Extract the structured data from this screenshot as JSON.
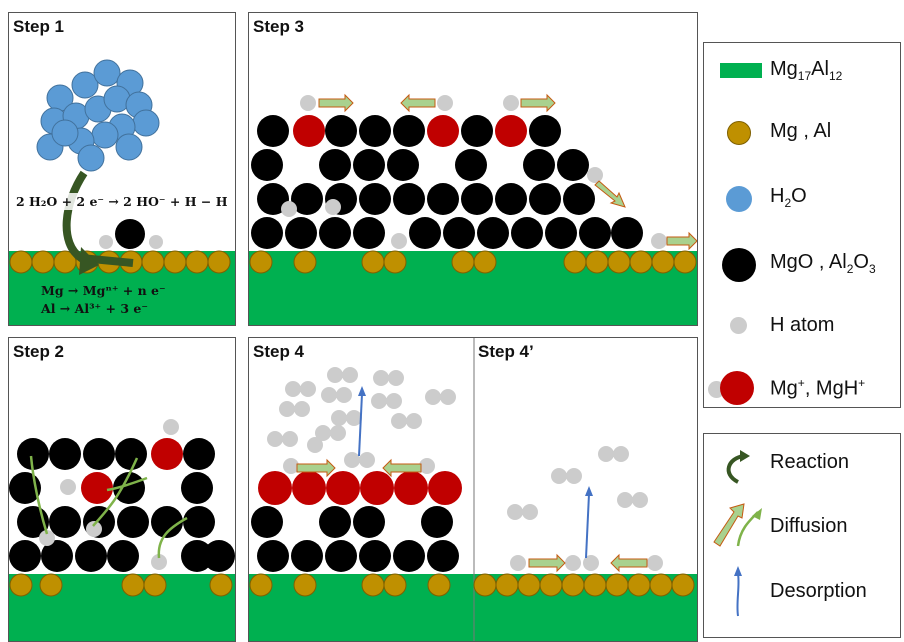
{
  "panels": {
    "step1": {
      "title": "Step 1"
    },
    "step2": {
      "title": "Step 2"
    },
    "step3": {
      "title": "Step 3"
    },
    "step4": {
      "title": "Step 4"
    },
    "step4p": {
      "title": "Step 4’"
    }
  },
  "equations": {
    "water_split": "2 H₂O + 2 e⁻ → 2 HO⁻ + H − H",
    "mg_oxidation": "Mg  →  Mgⁿ⁺ + n e⁻",
    "al_oxidation": "Al  →  Al³⁺ + 3 e⁻"
  },
  "legend_materials": [
    {
      "id": "matrix",
      "label": "Mg₁₇Al₁₂",
      "color": "#00b050"
    },
    {
      "id": "metal",
      "label": "Mg , Al",
      "color": "#bf9000"
    },
    {
      "id": "water",
      "label": "H₂O",
      "color": "#5b9bd5"
    },
    {
      "id": "oxide",
      "label": "MgO , Al₂O₃",
      "color": "#000000"
    },
    {
      "id": "hatom",
      "label": "H atom",
      "color": "#cccccc"
    },
    {
      "id": "mgh",
      "label": "Mg⁺, MgH⁺",
      "color": "#c00000"
    }
  ],
  "legend_processes": [
    {
      "id": "reaction",
      "label": "Reaction"
    },
    {
      "id": "diffusion",
      "label": "Diffusion"
    },
    {
      "id": "desorption",
      "label": "Desorption"
    }
  ]
}
